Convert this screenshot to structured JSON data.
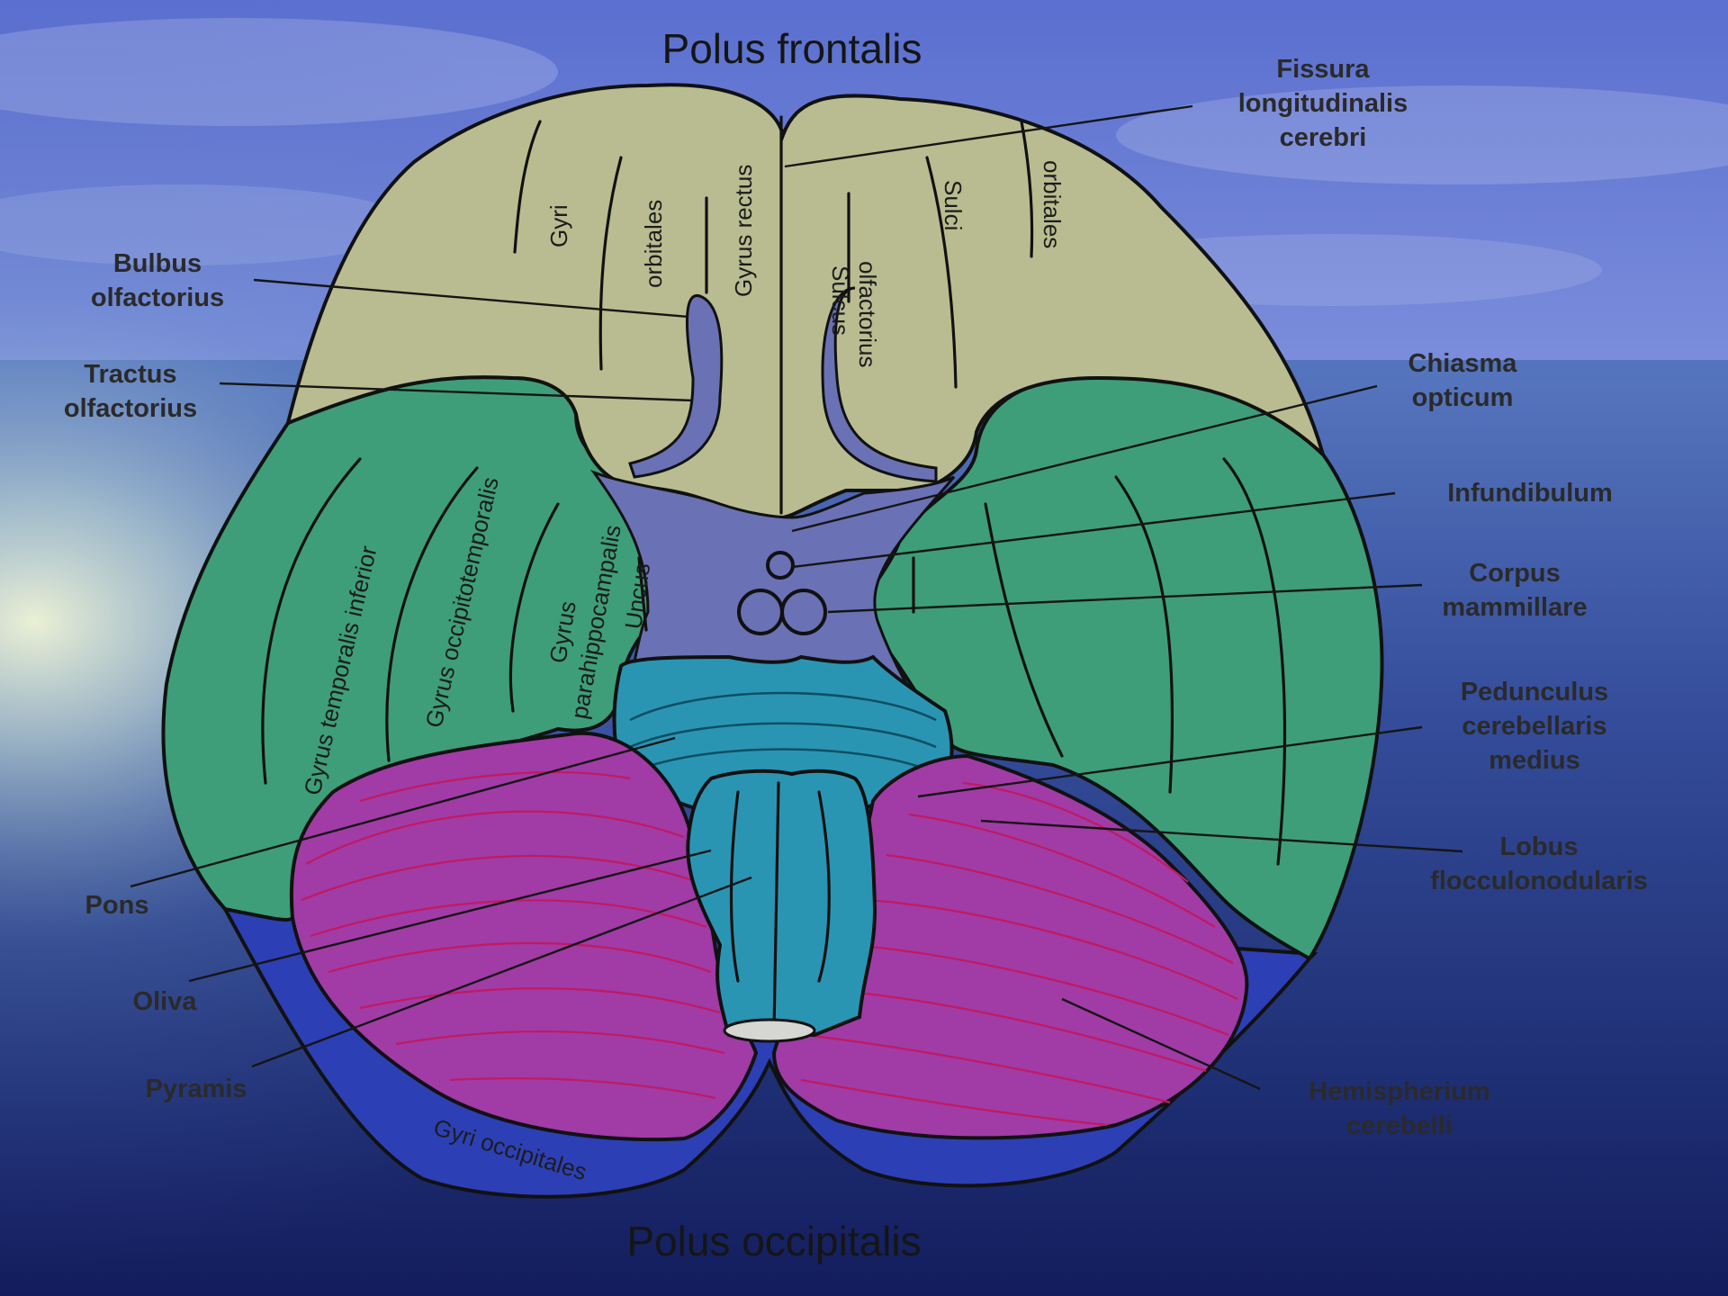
{
  "diagram": {
    "titles": {
      "top": "Polus frontalis",
      "bottom": "Polus occipitalis"
    },
    "labels": {
      "fissura": [
        "Fissura",
        "longitudinalis",
        "cerebri"
      ],
      "bulbus": [
        "Bulbus",
        "olfactorius"
      ],
      "tractus": [
        "Tractus",
        "olfactorius"
      ],
      "chiasma": [
        "Chiasma",
        "opticum"
      ],
      "infundibulum": "Infundibulum",
      "corpus": [
        "Corpus",
        "mammillare"
      ],
      "pedunculus": [
        "Pedunculus",
        "cerebellaris",
        "medius"
      ],
      "lobus": [
        "Lobus",
        "flocculonodularis"
      ],
      "pons": "Pons",
      "oliva": "Oliva",
      "pyramis": "Pyramis",
      "hemispherium": [
        "Hemispherium",
        "cerebelli"
      ]
    },
    "inner_labels": {
      "gyri": "Gyri",
      "orbitales_left": "orbitales",
      "gyrus_rectus": "Gyrus rectus",
      "sulcus_olfactorius": [
        "Sulcus",
        "olfactorius"
      ],
      "sulci": "Sulci",
      "orbitales_right": "orbitales",
      "gyrus_temporalis": "Gyrus temporalis inferior",
      "gyrus_occipitotemporalis": "Gyrus occipitotemporalis",
      "gyrus_parahippocampalis": [
        "Gyrus",
        "parahippocampalis"
      ],
      "uncus": "Uncus",
      "gyri_occipitales": "Gyri occipitales"
    },
    "colors": {
      "frontal_lobe": "#b8bc90",
      "temporal_lobe": "#3e9e7a",
      "cerebellum": "#a13ba6",
      "occipital_lobe": "#2d3fb4",
      "brainstem": "#2a95b3",
      "base_gap": "#6a71b4"
    }
  }
}
